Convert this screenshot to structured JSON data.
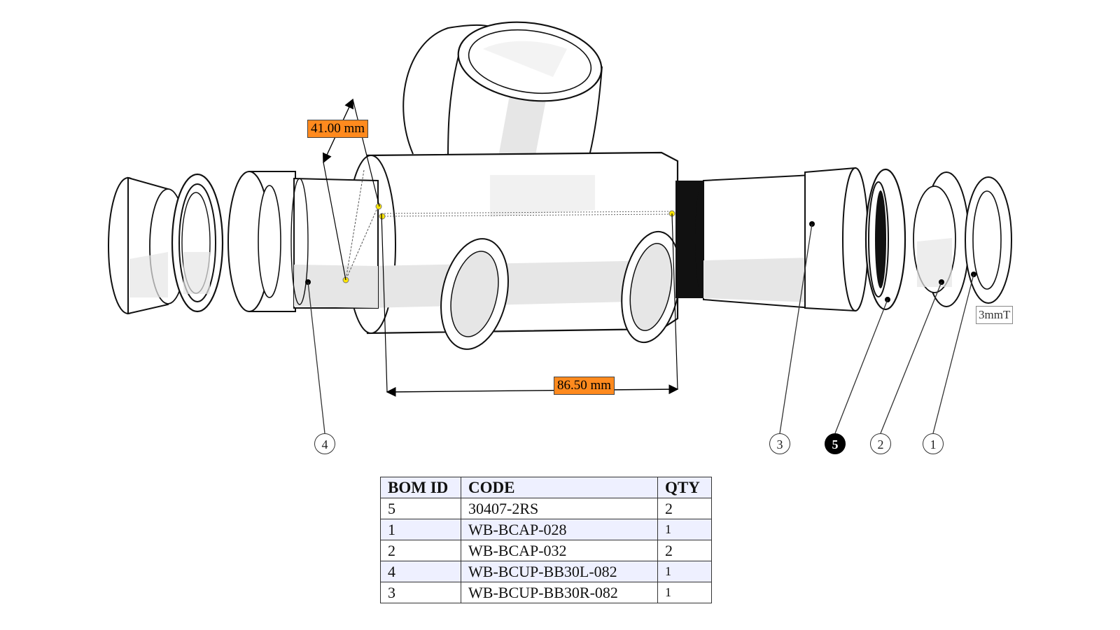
{
  "dimensions": {
    "cup_depth": "41.00 mm",
    "shell_width": "86.50 mm"
  },
  "callouts": [
    {
      "id": "4",
      "active": false
    },
    {
      "id": "3",
      "active": false
    },
    {
      "id": "5",
      "active": true
    },
    {
      "id": "2",
      "active": false
    },
    {
      "id": "1",
      "active": false
    }
  ],
  "spacer_label": "3mmT",
  "bom": {
    "headers": [
      "BOM ID",
      "CODE",
      "QTY"
    ],
    "rows": [
      {
        "id": "5",
        "code": "30407-2RS",
        "qty": "2"
      },
      {
        "id": "1",
        "code": "WB-BCAP-028",
        "qty": "1"
      },
      {
        "id": "2",
        "code": "WB-BCAP-032",
        "qty": "2"
      },
      {
        "id": "4",
        "code": "WB-BCUP-BB30L-082",
        "qty": "1"
      },
      {
        "id": "3",
        "code": "WB-BCUP-BB30R-082",
        "qty": "1"
      }
    ]
  },
  "colors": {
    "dimension_tag": "#ff8a1e",
    "highlight_point": "#ffe600",
    "callout_active": "#000000",
    "table_header": "#eef0ff"
  }
}
